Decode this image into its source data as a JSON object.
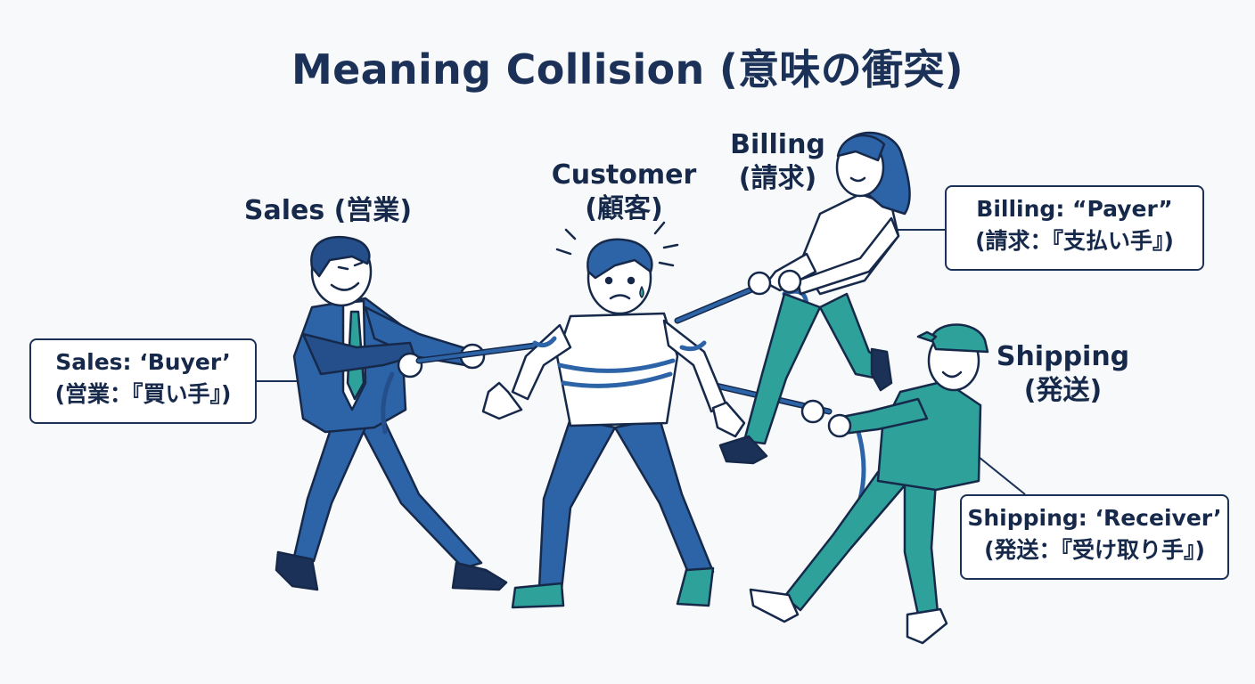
{
  "title": "Meaning Collision (意味の衝突)",
  "colors": {
    "navy": "#1c3157",
    "blue": "#2d64a8",
    "blue_dark": "#244f8a",
    "teal": "#2ea29a",
    "teal_dark": "#23877f",
    "background": "#f8f9fa"
  },
  "characters": {
    "sales": {
      "name": "Sales (営業)"
    },
    "customer": {
      "name": "Customer",
      "name_ja": "(顧客)"
    },
    "billing": {
      "name": "Billing",
      "name_ja": "(請求)"
    },
    "shipping": {
      "name": "Shipping",
      "name_ja": "(発送)"
    }
  },
  "callouts": {
    "sales": {
      "line1": "Sales: ‘Buyer’",
      "line2": "(営業：『買い手』)"
    },
    "billing": {
      "line1": "Billing: “Payer”",
      "line2": "(請求：『支払い手』)"
    },
    "shipping": {
      "line1": "Shipping: ‘Receiver’",
      "line2": "(発送：『受け取り手』)"
    }
  }
}
